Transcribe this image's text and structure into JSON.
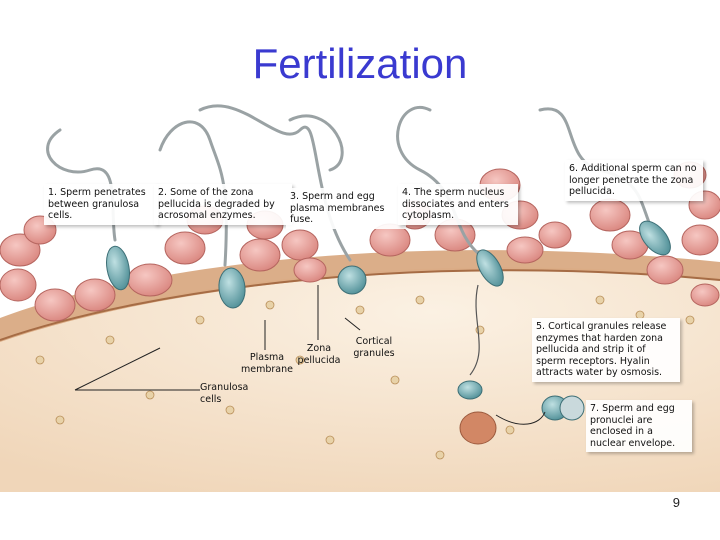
{
  "title": "Fertilization",
  "steps": {
    "s1": "1. Sperm penetrates between granulosa cells.",
    "s2": "2. Some of the zona pellucida is degraded by acrosomal enzymes.",
    "s3": "3. Sperm and egg plasma membranes fuse.",
    "s4": "4. The sperm nucleus dissociates and enters cytoplasm.",
    "s5": "5. Cortical granules release enzymes that harden zona pellucida and strip it of sperm receptors. Hyalin attracts water by osmosis.",
    "s6": "6. Additional sperm can no longer penetrate the zona pellucida.",
    "s7": "7. Sperm and egg pronuclei are enclosed in a nuclear envelope."
  },
  "labels": {
    "plasma_membrane": "Plasma membrane",
    "zona_pellucida": "Zona pellucida",
    "cortical_granules": "Cortical granules",
    "granulosa_cells": "Granulosa cells"
  },
  "page_number": "9"
}
